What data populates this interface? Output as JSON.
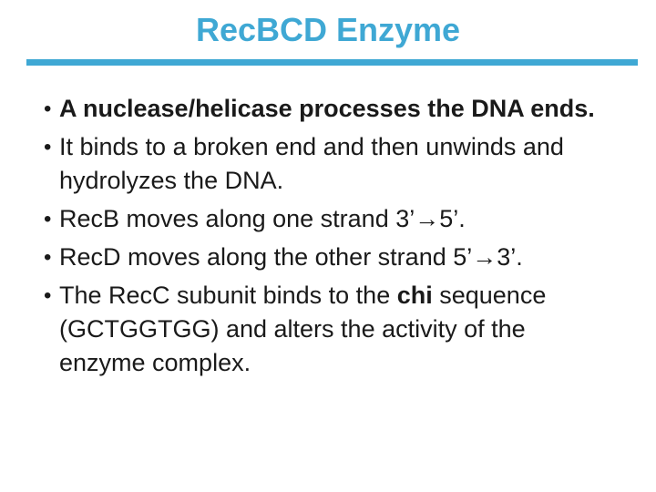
{
  "slide": {
    "title": "RecBCD Enzyme",
    "bullet_glyph": "•",
    "colors": {
      "accent": "#3FA8D4",
      "text": "#1a1a1a",
      "background": "#ffffff"
    },
    "bullets": [
      {
        "segments": [
          {
            "text": "A nuclease/helicase processes the DNA ends.",
            "bold": true
          }
        ]
      },
      {
        "segments": [
          {
            "text": "It binds to a broken end and then unwinds and hydrolyzes the DNA.",
            "bold": false
          }
        ]
      },
      {
        "segments": [
          {
            "text": "RecB moves along one strand 3’→5’.",
            "bold": false
          }
        ]
      },
      {
        "segments": [
          {
            "text": "RecD moves along the other strand 5’→3’.",
            "bold": false
          }
        ]
      },
      {
        "segments": [
          {
            "text": "The RecC subunit binds to the ",
            "bold": false
          },
          {
            "text": "chi",
            "bold": true
          },
          {
            "text": " sequence (GCTGGTGG) and alters the activity of the enzyme complex.",
            "bold": false
          }
        ]
      }
    ]
  }
}
